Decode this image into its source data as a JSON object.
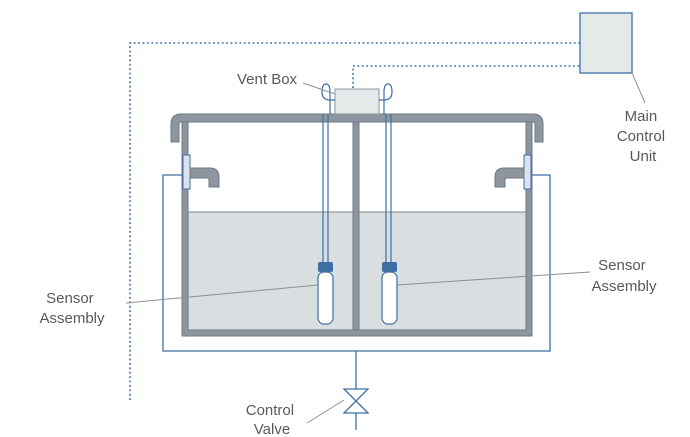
{
  "colors": {
    "line": "#3d6fa3",
    "tank_wall": "#8d969e",
    "tank_wall_edge": "#6f7a84",
    "liquid": "#d9dee0",
    "box_fill": "#e6e9ea",
    "signal_line": "#3d6fa3",
    "leader": "#8a9096",
    "label_text": "#555a5e"
  },
  "labels": {
    "vent_box": "Vent Box",
    "main_control_unit": [
      "Main",
      "Control",
      "Unit"
    ],
    "sensor_left": [
      "Sensor",
      "Assembly"
    ],
    "sensor_right": [
      "Sensor",
      "Assembly"
    ],
    "control_valve": [
      "Control",
      "Valve"
    ]
  }
}
